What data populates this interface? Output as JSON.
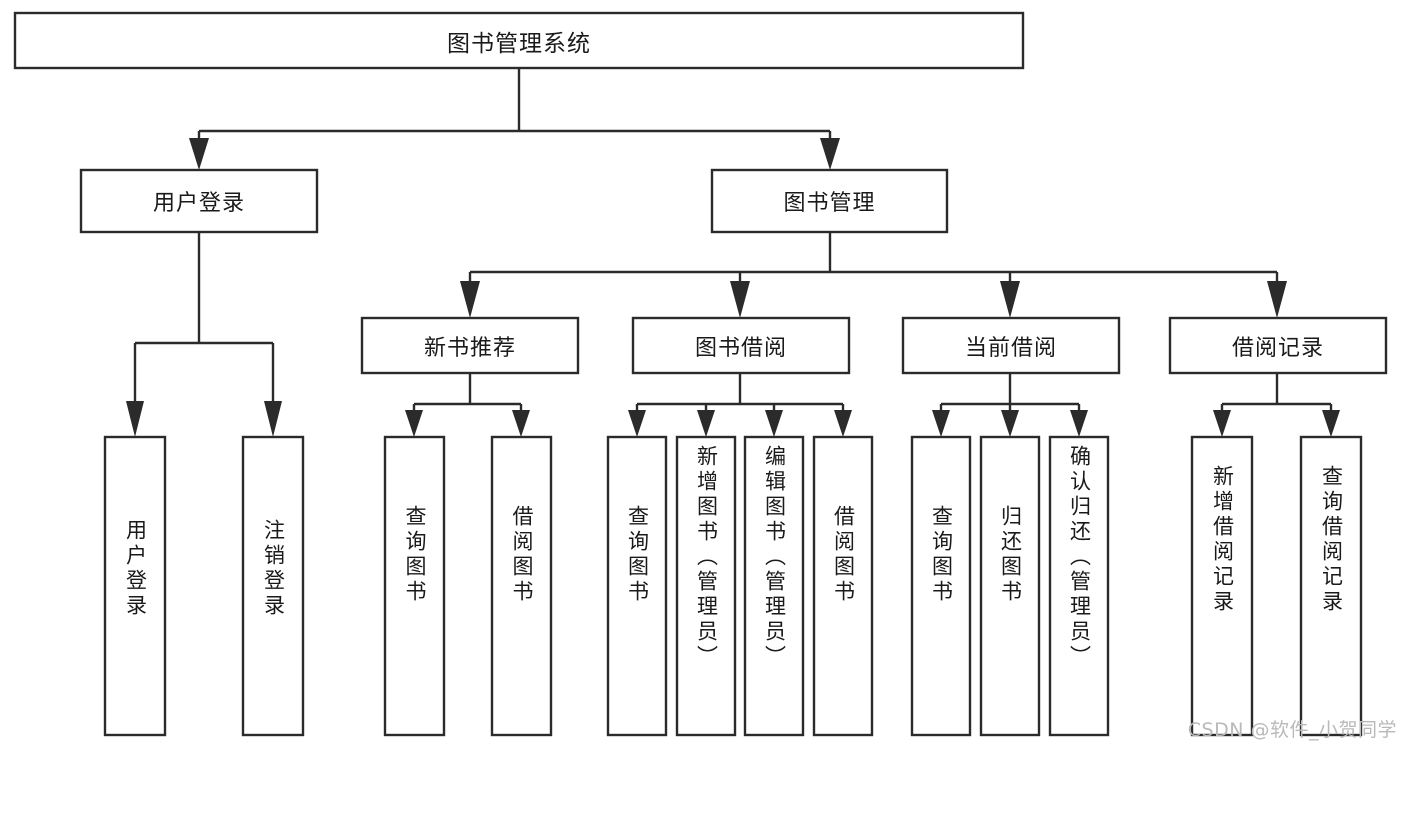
{
  "diagram": {
    "title_node": {
      "label": "图书管理系统"
    },
    "level2": [
      {
        "id": "user-login",
        "label": "用户登录"
      },
      {
        "id": "book-management",
        "label": "图书管理"
      }
    ],
    "level3": [
      {
        "id": "new-book-recommend",
        "label": "新书推荐"
      },
      {
        "id": "book-borrow",
        "label": "图书借阅"
      },
      {
        "id": "current-borrow",
        "label": "当前借阅"
      },
      {
        "id": "borrow-record",
        "label": "借阅记录"
      }
    ],
    "leaves": [
      {
        "id": "leaf-user-login",
        "label": "用户登录",
        "parent": "user-login"
      },
      {
        "id": "leaf-logout",
        "label": "注销登录",
        "parent": "user-login"
      },
      {
        "id": "leaf-query-books-1",
        "label": "查询图书",
        "parent": "new-book-recommend"
      },
      {
        "id": "leaf-borrow-books-1",
        "label": "借阅图书",
        "parent": "new-book-recommend"
      },
      {
        "id": "leaf-query-books-2",
        "label": "查询图书",
        "parent": "book-borrow"
      },
      {
        "id": "leaf-add-book",
        "label": "新增图书（管理员）",
        "parent": "book-borrow"
      },
      {
        "id": "leaf-edit-book",
        "label": "编辑图书（管理员）",
        "parent": "book-borrow"
      },
      {
        "id": "leaf-borrow-books-2",
        "label": "借阅图书",
        "parent": "book-borrow"
      },
      {
        "id": "leaf-query-books-3",
        "label": "查询图书",
        "parent": "current-borrow"
      },
      {
        "id": "leaf-return-book",
        "label": "归还图书",
        "parent": "current-borrow"
      },
      {
        "id": "leaf-confirm-return",
        "label": "确认归还（管理员）",
        "parent": "current-borrow"
      },
      {
        "id": "leaf-add-record",
        "label": "新增借阅记录",
        "parent": "borrow-record"
      },
      {
        "id": "leaf-query-record",
        "label": "查询借阅记录",
        "parent": "borrow-record"
      }
    ]
  },
  "watermark": {
    "text": "CSDN @软件_小贺同学"
  },
  "colors": {
    "background": "#ffffff",
    "box_fill": "#ffffff",
    "stroke": "#2b2b2b",
    "text": "#1a1a1a",
    "watermark": "#b9b9b9"
  }
}
